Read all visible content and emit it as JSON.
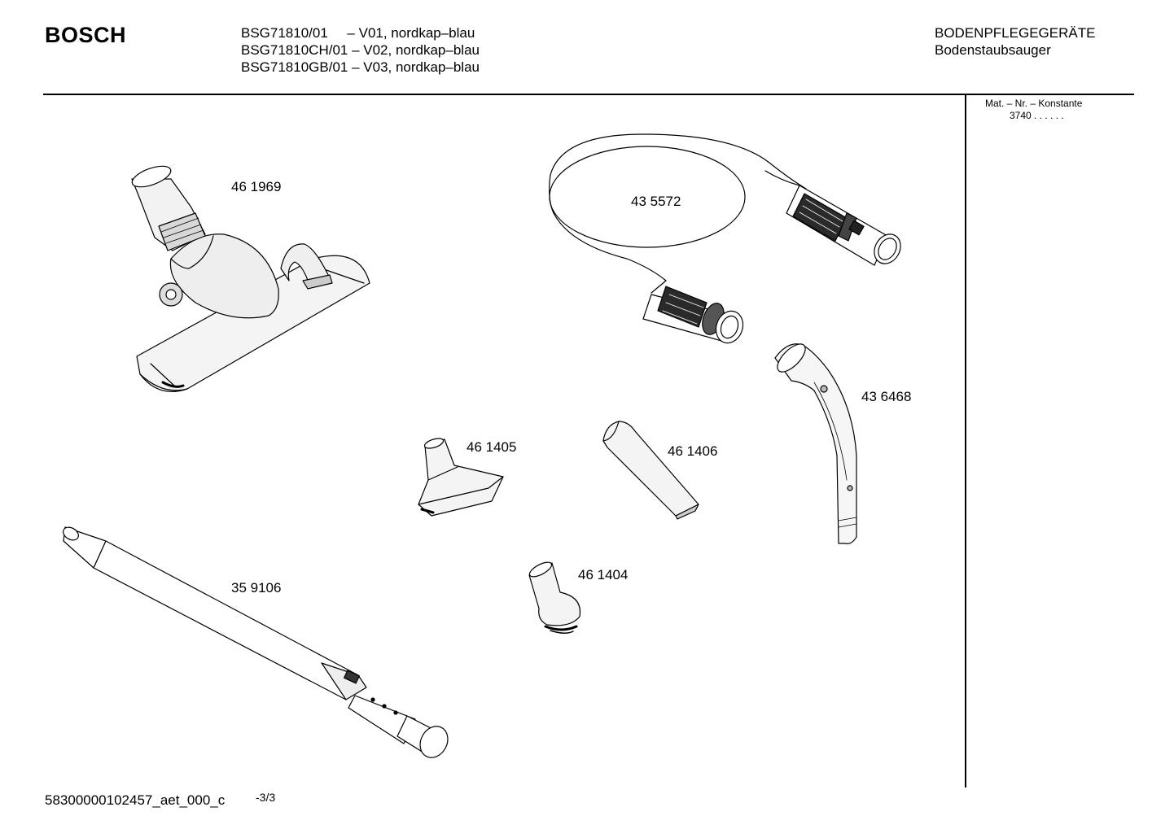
{
  "header": {
    "brand": "BOSCH",
    "models": [
      "BSG71810/01     – V01, nordkap–blau",
      "BSG71810CH/01 – V02, nordkap–blau",
      "BSG71810GB/01 – V03, nordkap–blau"
    ],
    "category": "BODENPFLEGEGERÄTE",
    "subcategory": "Bodenstaubsauger"
  },
  "side_panel": {
    "label": "Mat. – Nr. – Konstante",
    "value": "3740  .  .  .  .  .  ."
  },
  "parts": [
    {
      "id": "floor-nozzle",
      "number": "46 1969"
    },
    {
      "id": "hose",
      "number": "43 5572"
    },
    {
      "id": "handle",
      "number": "43 6468"
    },
    {
      "id": "upholstery-nozzle",
      "number": "46 1405"
    },
    {
      "id": "crevice-nozzle",
      "number": "46 1406"
    },
    {
      "id": "telescopic-tube",
      "number": "35 9106"
    },
    {
      "id": "small-nozzle",
      "number": "46 1404"
    }
  ],
  "footer": {
    "doc_id": "58300000102457_aet_000_c",
    "page": "-3/3"
  }
}
